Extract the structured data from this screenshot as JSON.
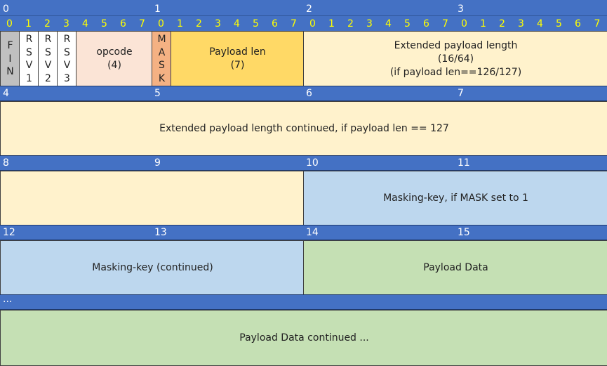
{
  "colors": {
    "header": "#4471c4",
    "bit_number": "#ffff00",
    "fin": "#c0c0c0",
    "rsv": "#ffffff",
    "opcode": "#fbe4d6",
    "mask": "#f4b183",
    "payload_len": "#ffd966",
    "extended": "#fff2cc",
    "masking_key": "#bdd7ee",
    "payload_data": "#c5e0b4"
  },
  "row0_bytes": [
    "0",
    "1",
    "2",
    "3"
  ],
  "bits": [
    "0",
    "1",
    "2",
    "3",
    "4",
    "5",
    "6",
    "7",
    "0",
    "1",
    "2",
    "3",
    "4",
    "5",
    "6",
    "7",
    "0",
    "1",
    "2",
    "3",
    "4",
    "5",
    "6",
    "7",
    "0",
    "1",
    "2",
    "3",
    "4",
    "5",
    "6",
    "7"
  ],
  "row1": {
    "fin": [
      "F",
      "I",
      "N"
    ],
    "rsv1": [
      "R",
      "S",
      "V",
      "1"
    ],
    "rsv2": [
      "R",
      "S",
      "V",
      "2"
    ],
    "rsv3": [
      "R",
      "S",
      "V",
      "3"
    ],
    "opcode": "opcode\n(4)",
    "mask": [
      "M",
      "A",
      "S",
      "K"
    ],
    "payload_len": "Payload len\n(7)",
    "extended": "Extended payload length\n(16/64)\n(if payload len==126/127)"
  },
  "row2_bytes": [
    "4",
    "5",
    "6",
    "7"
  ],
  "row2_field": "Extended payload length continued, if payload len == 127",
  "row3_bytes": [
    "8",
    "9",
    "10",
    "11"
  ],
  "row3_field_right": "Masking-key, if MASK set to 1",
  "row4_bytes": [
    "12",
    "13",
    "14",
    "15"
  ],
  "row4_field_left": "Masking-key (continued)",
  "row4_field_right": "Payload Data",
  "row5_label": "...",
  "row5_field": "Payload Data continued ..."
}
